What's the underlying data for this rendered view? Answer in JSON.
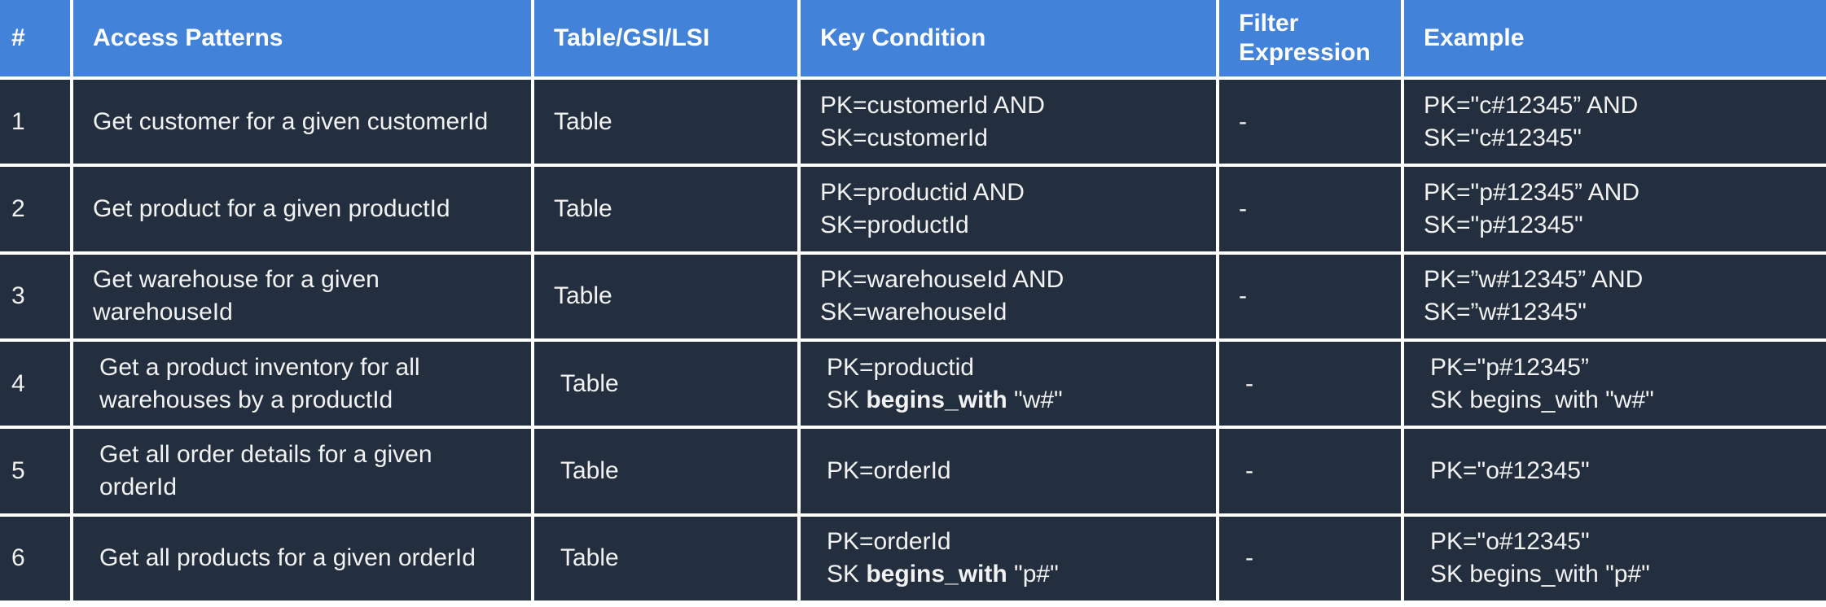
{
  "headers": [
    "#",
    "Access Patterns",
    "Table/GSI/LSI",
    "Key Condition",
    "Filter Expression",
    "Example"
  ],
  "rows": [
    {
      "num": "1",
      "pattern": "Get customer for a given customerId",
      "index": "Table",
      "key": {
        "line1": "PK=customerId AND",
        "line2_prefix": "SK=customerId",
        "line2_op": "",
        "line2_suffix": ""
      },
      "filter": "-",
      "example": {
        "line1": "PK=\"c#12345” AND",
        "line2": "SK=\"c#12345\""
      }
    },
    {
      "num": "2",
      "pattern": "Get product for a given productId",
      "index": "Table",
      "key": {
        "line1": "PK=productid AND",
        "line2_prefix": "SK=productId",
        "line2_op": "",
        "line2_suffix": ""
      },
      "filter": "-",
      "example": {
        "line1": "PK=\"p#12345” AND",
        "line2": "SK=\"p#12345\""
      }
    },
    {
      "num": "3",
      "pattern": "Get warehouse for a given warehouseId",
      "index": "Table",
      "key": {
        "line1": "PK=warehouseId AND",
        "line2_prefix": "SK=warehouseId",
        "line2_op": "",
        "line2_suffix": ""
      },
      "filter": "-",
      "example": {
        "line1": "PK=”w#12345” AND",
        "line2": "SK=”w#12345\""
      }
    },
    {
      "num": "4",
      "pattern": "Get a product inventory for all warehouses by a productId",
      "index": "Table",
      "key": {
        "line1": "PK=productid",
        "line2_prefix": "SK ",
        "line2_op": "begins_with",
        "line2_suffix": " \"w#\""
      },
      "filter": "-",
      "example": {
        "line1": "PK=\"p#12345”",
        "line2": "SK begins_with \"w#\""
      }
    },
    {
      "num": "5",
      "pattern": "Get all order details for a given orderId",
      "index": "Table",
      "key": {
        "line1": "PK=orderId",
        "line2_prefix": "",
        "line2_op": "",
        "line2_suffix": ""
      },
      "filter": "-",
      "example": {
        "line1": "PK=\"o#12345\"",
        "line2": ""
      }
    },
    {
      "num": "6",
      "pattern": "Get all products for a given orderId",
      "index": "Table",
      "key": {
        "line1": "PK=orderId",
        "line2_prefix": "SK ",
        "line2_op": "begins_with",
        "line2_suffix": " \"p#\""
      },
      "filter": "-",
      "example": {
        "line1": "PK=\"o#12345\"",
        "line2": "SK begins_with \"p#\""
      }
    }
  ]
}
